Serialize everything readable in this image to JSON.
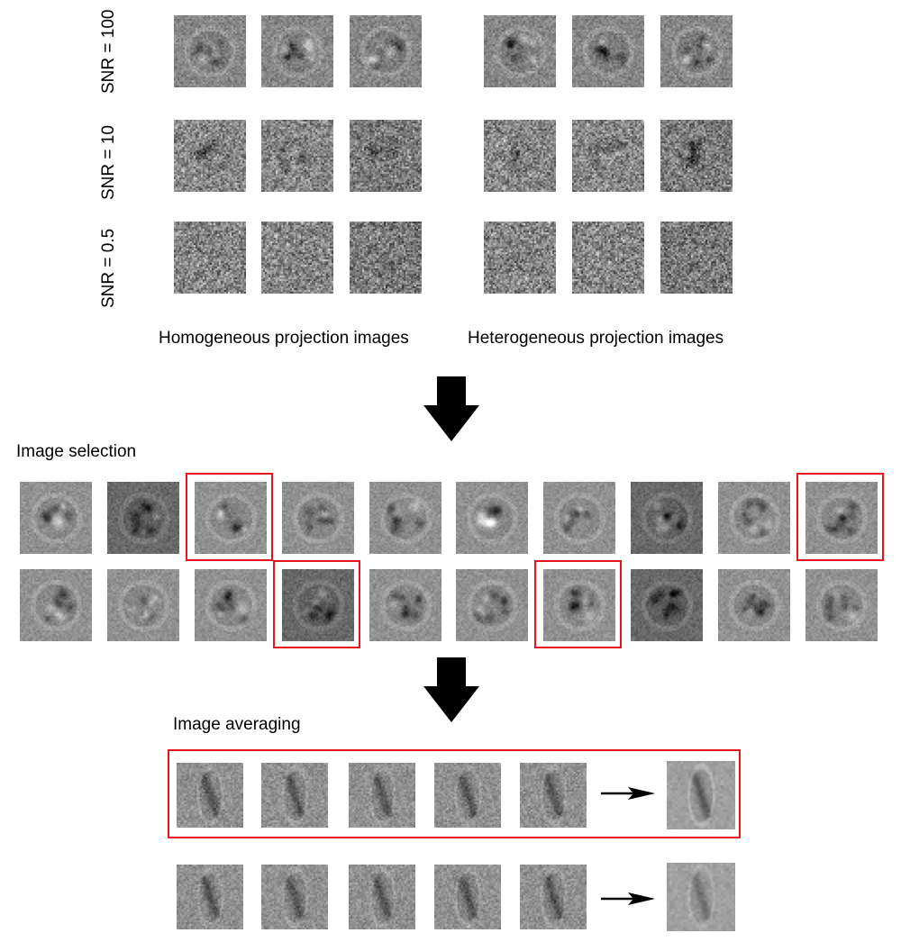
{
  "top_section": {
    "row_labels": [
      "SNR = 100",
      "SNR = 10",
      "SNR = 0.5"
    ],
    "homogeneous_caption": "Homogeneous projection images",
    "heterogeneous_caption": "Heterogeneous projection images"
  },
  "selection": {
    "title": "Image selection",
    "rows": 2,
    "images_per_row": 10,
    "selected": [
      [
        3,
        10
      ],
      [
        4,
        7
      ]
    ]
  },
  "averaging": {
    "title": "Image averaging",
    "rows": [
      {
        "input_images": 5,
        "highlighted": true
      },
      {
        "input_images": 5,
        "highlighted": false
      }
    ]
  },
  "colors": {
    "highlight": "#e8131b",
    "arrow": "#000000"
  }
}
